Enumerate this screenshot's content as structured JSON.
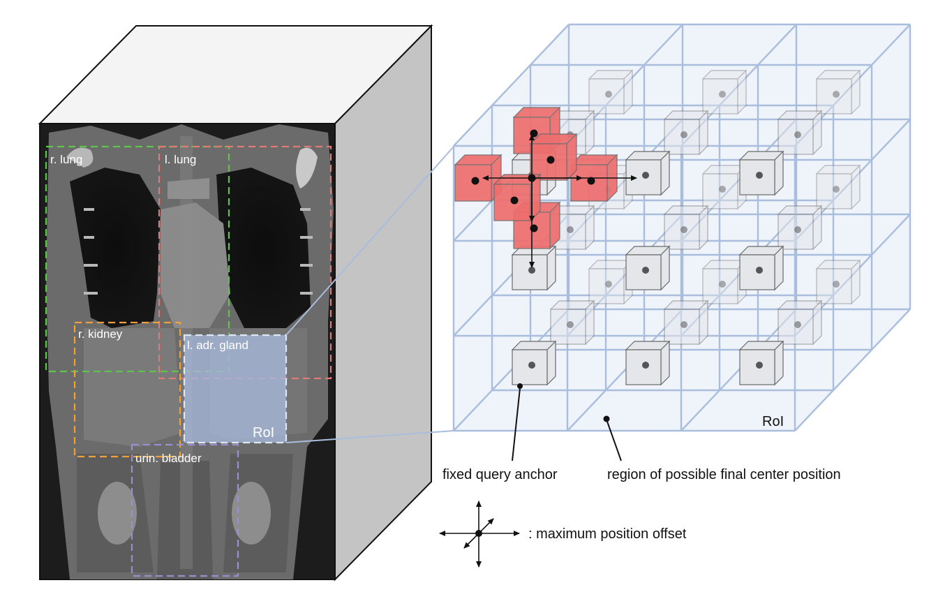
{
  "organ_boxes": [
    {
      "label": "r. lung",
      "color": "#5fc44a"
    },
    {
      "label": "l. lung",
      "color": "#e07a74"
    },
    {
      "label": "r. kidney",
      "color": "#f0a038"
    },
    {
      "label": "l. adr. gland",
      "color": "#a7b9dc"
    },
    {
      "label": "urin. bladder",
      "color": "#9c8fd0"
    }
  ],
  "roi_label_left": "RoI",
  "roi_label_right": "RoI",
  "annotations": {
    "fixed_query_anchor": "fixed query anchor",
    "region_label": "region of possible final center position",
    "legend_text": ": maximum position offset"
  },
  "colors": {
    "grid_line": "#a9bddd",
    "grid_fill": "#dbe5f3",
    "anchor_fill": "#e4e6ea",
    "offset_cube_fill": "#ee6e6e",
    "ct_background": "#1c1c1c"
  }
}
